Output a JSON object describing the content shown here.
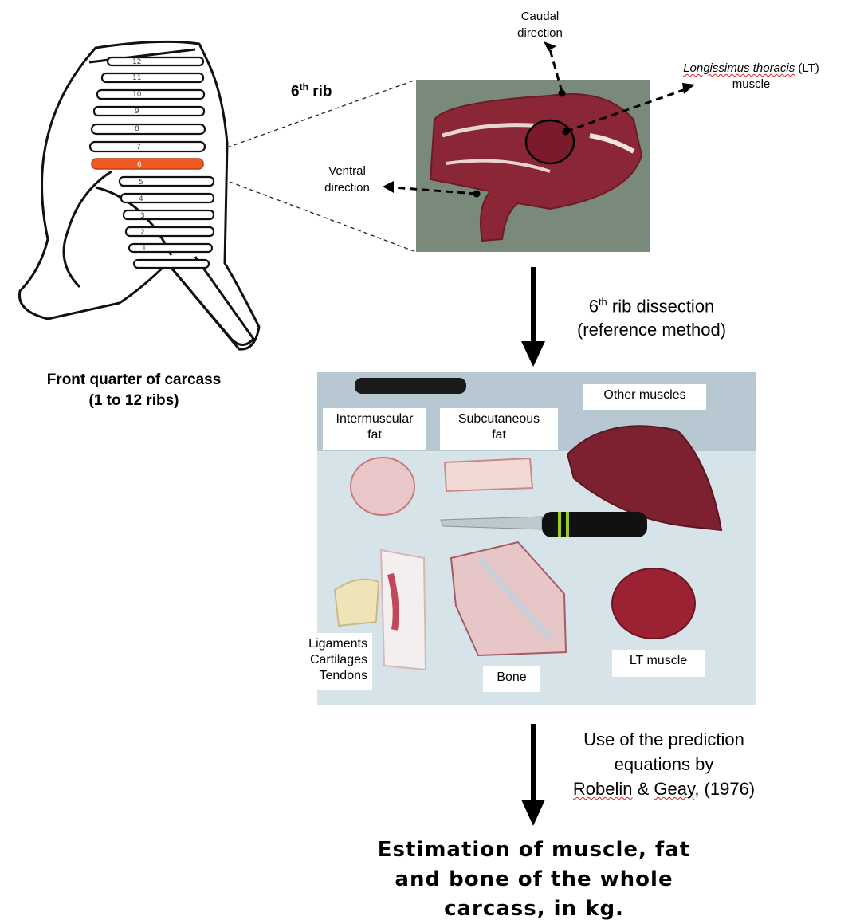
{
  "carcass": {
    "caption_line1": "Front quarter of carcass",
    "caption_line2": "(1 to 12 ribs)",
    "rib_numbers": [
      "12",
      "11",
      "10",
      "9",
      "8",
      "7",
      "6",
      "5",
      "4",
      "3",
      "2",
      "1"
    ]
  },
  "rib_photo": {
    "rib_label_num": "6",
    "rib_label_sup": "th",
    "rib_label_word": "rib",
    "caudal_line1": "Caudal",
    "caudal_line2": "direction",
    "lt_italic": "Longissimus thoracis",
    "lt_suffix": " (LT)",
    "lt_line2": "muscle",
    "ventral_line1": "Ventral",
    "ventral_line2": "direction"
  },
  "step1": {
    "num": "6",
    "sup": "th",
    "line1_rest": " rib dissection",
    "line2": "(reference method)"
  },
  "dissection": {
    "intermuscular_line1": "Intermuscular",
    "intermuscular_line2": "fat",
    "subcutaneous_line1": "Subcutaneous",
    "subcutaneous_line2": "fat",
    "other_muscles": "Other muscles",
    "ligaments_line1": "Ligaments",
    "ligaments_line2": "Cartilages",
    "ligaments_line3": "Tendons",
    "bone": "Bone",
    "lt_muscle": "LT muscle"
  },
  "step2": {
    "line1": "Use of the prediction",
    "line2": "equations by",
    "line3_author": "Robelin",
    "line3_amp": " & ",
    "line3_author2": "Geay",
    "line3_year": ", (1976)"
  },
  "result": {
    "line1": "Estimation of muscle, fat",
    "line2": "and bone of the whole",
    "line3": "carcass, in kg."
  }
}
